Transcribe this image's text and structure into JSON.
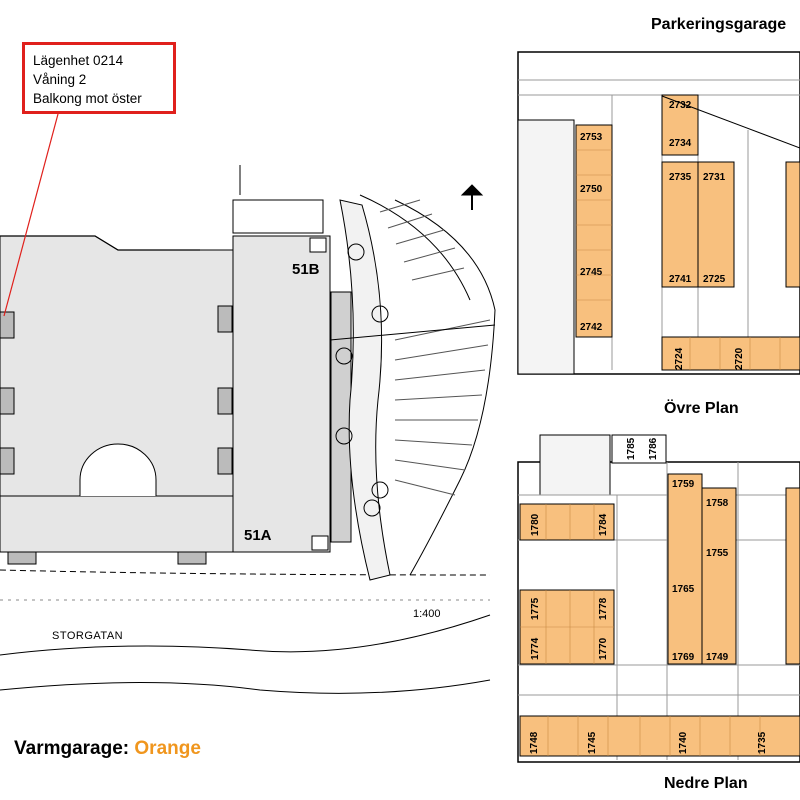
{
  "colors": {
    "orange": "#f8c07e",
    "legend_orange": "#f0961e",
    "callout_border": "#e0201c",
    "building": "#e6e6e6"
  },
  "callout": {
    "line1": "Lägenhet 0214",
    "line2": "Våning 2",
    "line3": "Balkong mot öster"
  },
  "site": {
    "label_51b": "51B",
    "label_51a": "51A",
    "scale": "1:400",
    "street": "STORGATAN"
  },
  "garage": {
    "title": "Parkeringsgarage",
    "upper": {
      "title": "Övre Plan",
      "spots": [
        "2732",
        "2734",
        "2753",
        "2750",
        "2735",
        "2731",
        "2745",
        "2741",
        "2725",
        "2742",
        "2724",
        "2720"
      ]
    },
    "lower": {
      "title": "Nedre Plan",
      "top_spots": [
        "1785",
        "1786"
      ],
      "spots": [
        "1759",
        "1780",
        "1784",
        "1758",
        "1755",
        "1765",
        "1775",
        "1778",
        "1774",
        "1770",
        "1769",
        "1749",
        "1748",
        "1745",
        "1740",
        "1735"
      ]
    }
  },
  "legend": {
    "label": "Varmgarage:",
    "value": "Orange"
  }
}
